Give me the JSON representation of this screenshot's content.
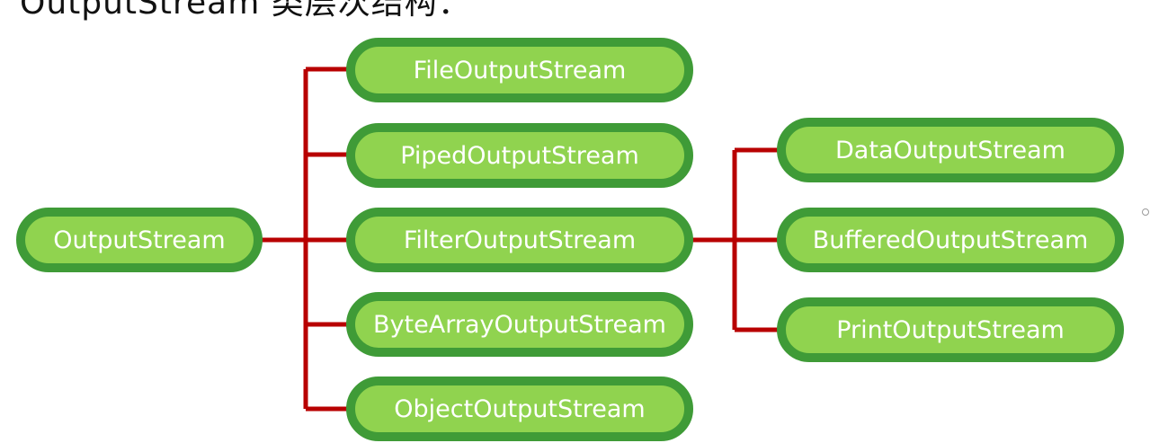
{
  "heading": "OutputStream 类层次结构：",
  "colors": {
    "node_fill": "#90d34f",
    "node_border": "#3f9b37",
    "connector": "#b80000",
    "node_text": "#ffffff"
  },
  "nodes": {
    "root": "OutputStream",
    "file": "FileOutputStream",
    "piped": "PipedOutputStream",
    "filter": "FilterOutputStream",
    "byte_array": "ByteArrayOutputStream",
    "object": "ObjectOutputStream",
    "data": "DataOutputStream",
    "buffered": "BufferedOutputStream",
    "print": "PrintOutputStream"
  }
}
